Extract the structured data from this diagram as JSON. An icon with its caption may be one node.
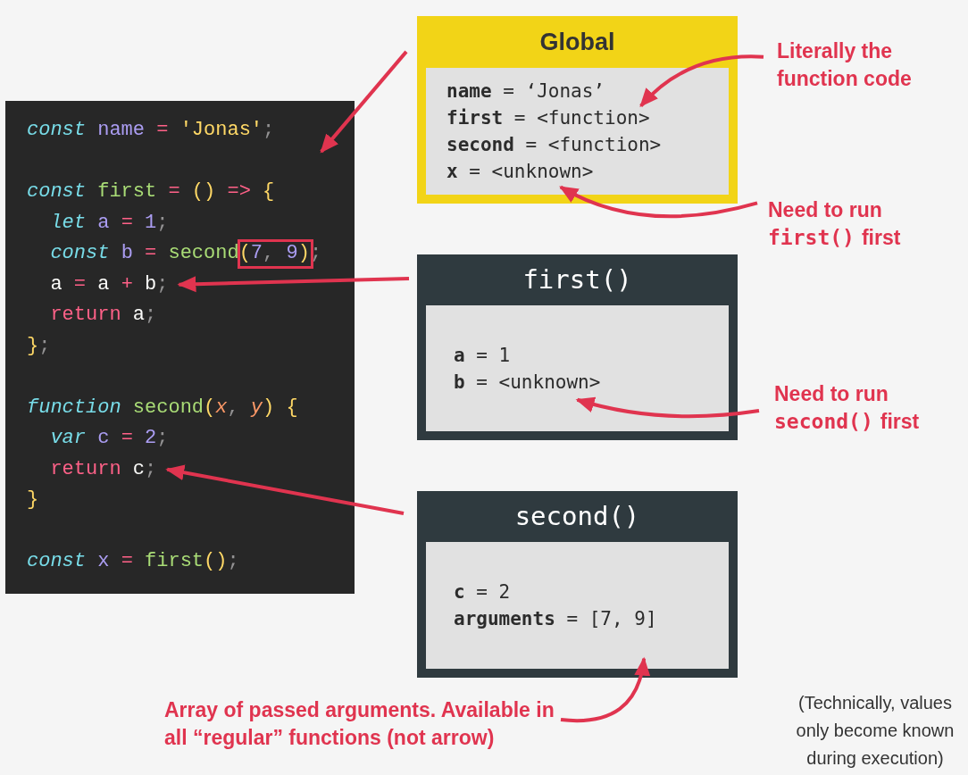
{
  "diagram": {
    "nodes": [
      {
        "text": [],
        "shape": "box"
      },
      {
        "text": [
          "const name = 'Jonas';"
        ],
        "in": 0
      },
      {
        "text": [
          "const first = () => {"
        ],
        "in": 0
      },
      {
        "text": [
          "  let a = 1;"
        ],
        "in": 0
      },
      {
        "text": [
          "  const b = second(7, 9);"
        ],
        "in": 0
      },
      {
        "text": [
          "  a = a + b;"
        ],
        "in": 0
      },
      {
        "text": [
          "  return a;"
        ],
        "in": 0
      },
      {
        "text": [
          "};"
        ],
        "in": 0
      },
      {
        "text": [
          "function second(x, y) {"
        ],
        "in": 0
      },
      {
        "text": [
          "  var c = 2;"
        ],
        "in": 0
      },
      {
        "text": [
          "  return c;"
        ],
        "in": 0
      },
      {
        "text": [
          "}"
        ],
        "in": 0
      },
      {
        "text": [
          "const x = first();"
        ],
        "in": 0
      },
      {
        "text": [
          "Global"
        ]
      },
      {
        "text": [
          "**name** = ‘Jonas’",
          "**first** = <function>",
          "**second** = <function>",
          "**x** = <unknown>"
        ],
        "in": 13
      },
      {
        "text": [
          "first()"
        ]
      },
      {
        "text": [
          "**a** = 1",
          "**b** = <unknown>"
        ],
        "in": 15
      },
      {
        "text": [
          "second()"
        ]
      },
      {
        "text": [
          "**c** = 2",
          "**arguments** = [7, 9]"
        ],
        "in": 17
      },
      {
        "text": [
          "Literally the function code"
        ]
      },
      {
        "text": [
          "Need to run",
          "first()",
          "first"
        ]
      },
      {
        "text": [
          "Need to run",
          "second()",
          "first"
        ]
      },
      {
        "text": [
          "Array of passed arguments. Available in all “regular” functions (not arrow)"
        ]
      }
    ],
    "edges": [
      {
        "from": 13,
        "to": 0,
        "arrow": "to"
      },
      {
        "from": 15,
        "to": 5,
        "arrow": "to"
      },
      {
        "from": 17,
        "to": 10,
        "arrow": "to"
      },
      {
        "from": 19,
        "to": 14,
        "arrow": "to"
      },
      {
        "from": 20,
        "to": 14,
        "arrow": "to"
      },
      {
        "from": 21,
        "to": 16,
        "arrow": "to"
      },
      {
        "from": 22,
        "to": 18,
        "arrow": "to"
      }
    ],
    "labels": [
      "(Technically, values only become known during execution)"
    ]
  }
}
